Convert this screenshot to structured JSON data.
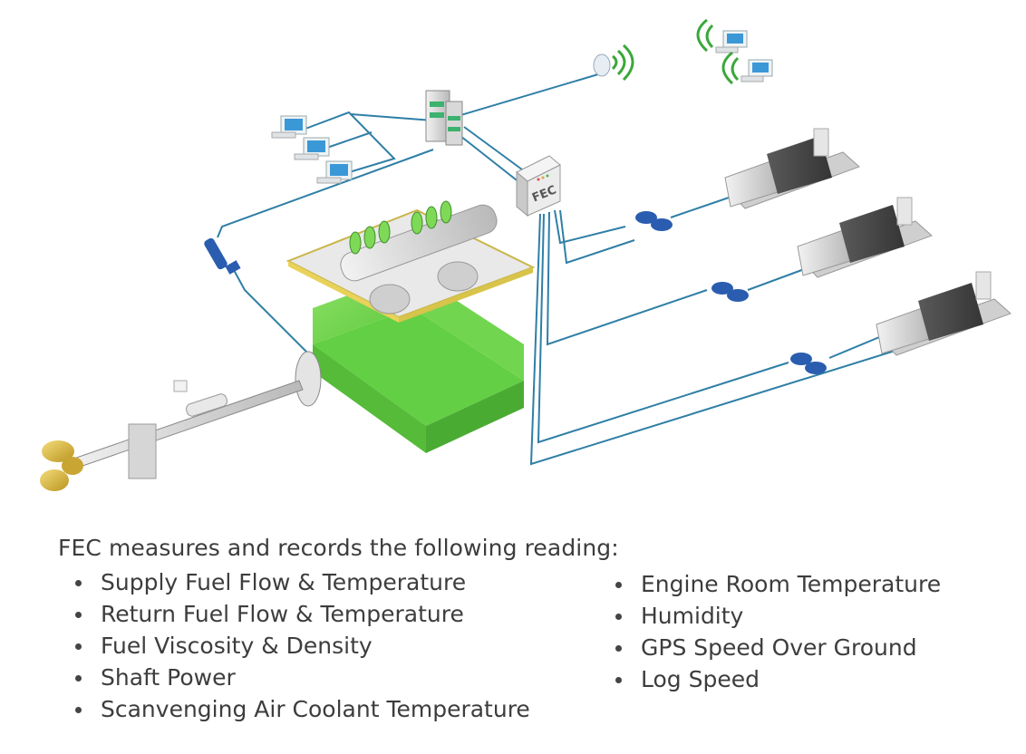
{
  "fec_label": "FEC",
  "caption": {
    "intro": "FEC measures and records the following reading:",
    "left_items": [
      "Supply Fuel Flow & Temperature",
      "Return Fuel Flow  & Temperature",
      "Fuel Viscosity & Density",
      "Shaft Power",
      "Scanvenging Air Coolant Temperature"
    ],
    "right_items": [
      "Engine Room Temperature",
      "Humidity",
      "GPS Speed Over Ground",
      "Log Speed"
    ]
  },
  "colors": {
    "cable": "#2f7fa6",
    "engine_green": "#7ed957",
    "platform_yellow": "#e8d25a",
    "genset_dark": "#4a4a4a",
    "wifi_green": "#3aa83a",
    "flowmeter_blue": "#2a5db0"
  }
}
